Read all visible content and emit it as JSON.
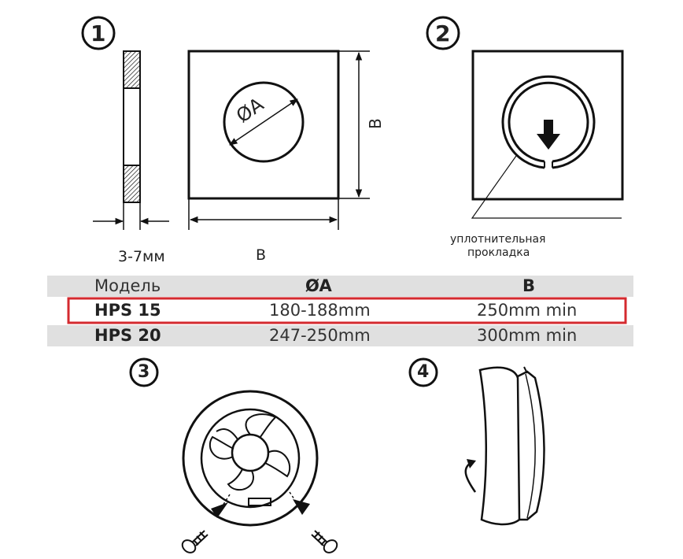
{
  "steps": [
    "1",
    "2",
    "3",
    "4"
  ],
  "fig1": {
    "thickness_label": "3-7мм",
    "dim_a_label": "ØA",
    "dim_b_label": "B",
    "dim_b_side_label": "B"
  },
  "fig2": {
    "gasket_label_line1": "уплотнительная",
    "gasket_label_line2": "прокладка"
  },
  "table": {
    "headers": {
      "model": "Модель",
      "a": "ØA",
      "b": "B"
    },
    "rows": [
      {
        "model": "HPS 15",
        "a": "180-188mm",
        "b": "250mm min",
        "highlighted": true
      },
      {
        "model": "HPS 20",
        "a": "247-250mm",
        "b": "300mm min",
        "highlighted": false
      }
    ]
  },
  "colors": {
    "highlight": "#d42a2f",
    "band": "#e0e0e0",
    "ink": "#111111"
  }
}
